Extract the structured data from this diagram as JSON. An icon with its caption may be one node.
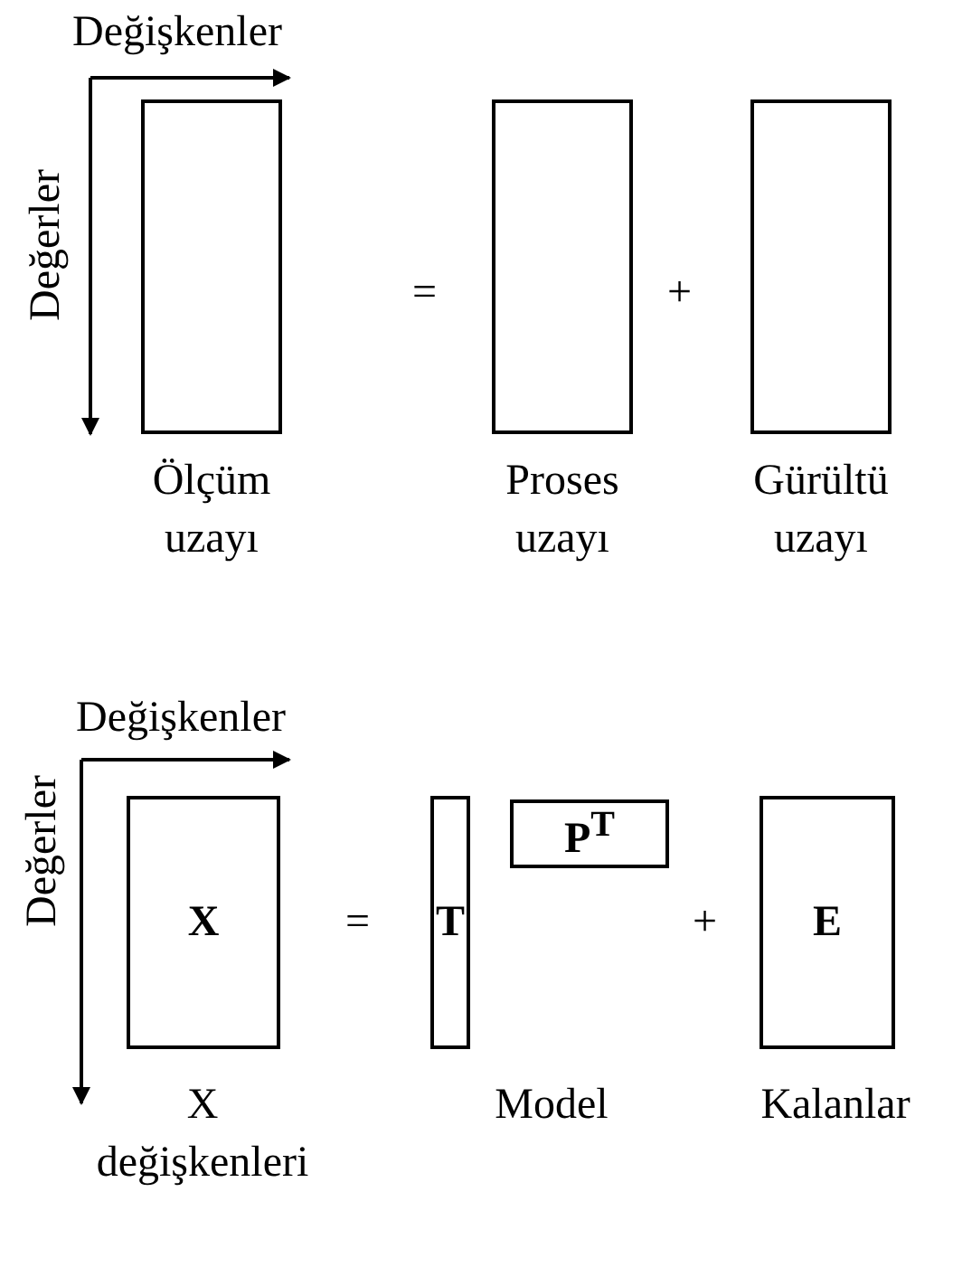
{
  "diagram": {
    "nodes": [
      {
        "text": [],
        "shape": "box",
        "beside": [
          "Ölçüm uzayı"
        ]
      },
      {
        "text": [],
        "shape": "box",
        "beside": [
          "Proses uzayı"
        ]
      },
      {
        "text": [],
        "shape": "box",
        "beside": [
          "Gürültü uzayı"
        ]
      },
      {
        "text": [
          "X"
        ],
        "beside": [
          "X değişkenleri"
        ]
      },
      {
        "text": [
          "T"
        ],
        "beside": [
          "Model"
        ]
      },
      {
        "text": [
          "P$^{T}$"
        ]
      },
      {
        "text": [
          "E"
        ],
        "beside": [
          "Kalanlar"
        ]
      }
    ],
    "edges": [],
    "labels": [
      "Değişkenler",
      "Değerler",
      "=",
      "+",
      "Değişkenler",
      "Değerler",
      "=",
      "+"
    ]
  }
}
